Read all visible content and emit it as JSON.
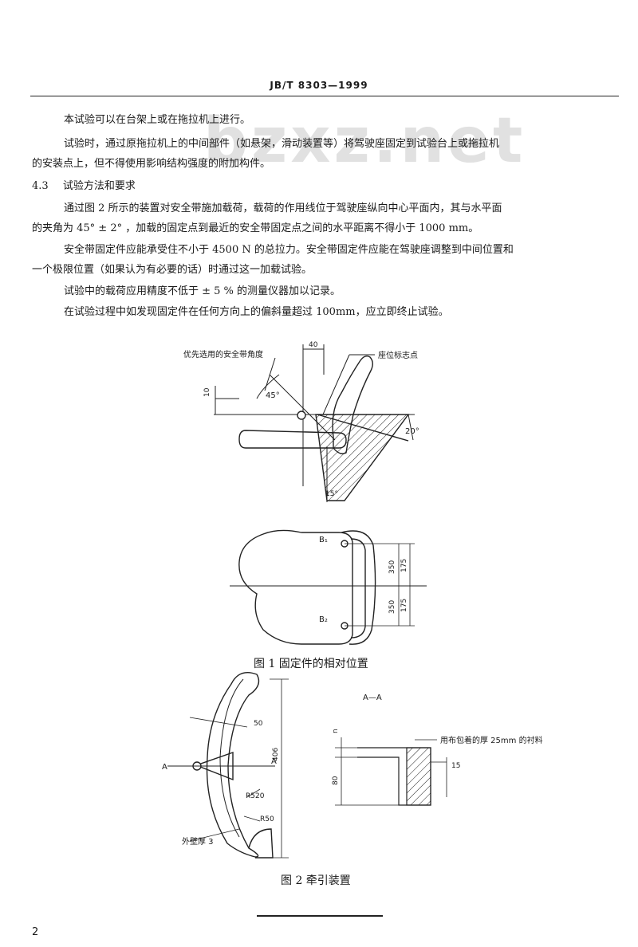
{
  "header": {
    "code": "JB/T 8303—1999"
  },
  "watermark": "bzxz.net",
  "body": {
    "line1": "本试验可以在台架上或在拖拉机上进行。",
    "line2a": "试验时，通过原拖拉机上的中间部件（如悬架，滑动装置等）将驾驶座固定到试验台上或拖拉机",
    "line2b": "的安装点上，但不得使用影响结构强度的附加构件。",
    "section_num": "4.3",
    "section_title": "试验方法和要求",
    "line3a": "通过图 2 所示的装置对安全带施加载荷，载荷的作用线位于驾驶座纵向中心平面内，其与水平面",
    "line3b": "的夹角为 45° ± 2° ，加载的固定点到最近的安全带固定点之间的水平距离不得小于 1000 mm。",
    "line4a": "安全带固定件应能承受住不小于 4500 N 的总拉力。安全带固定件应能在驾驶座调整到中间位置和",
    "line4b": "一个极限位置（如果认为有必要的话）时通过这一加载试验。",
    "line5": "试验中的载荷应用精度不低于 ± 5 % 的测量仪器加以记录。",
    "line6": "在试验过程中如发现固定件在任何方向上的偏斜量超过 100mm，应立即终止试验。"
  },
  "fig1": {
    "label_angle": "优先选用的安全带角度",
    "label_point": "座位标志点",
    "dim_40": "40",
    "dim_10": "10",
    "ang_45": "45°",
    "ang_20": "20°",
    "ang_15": "15°",
    "pt_b1": "B₁",
    "pt_b2": "B₂",
    "dim_350_top": "350",
    "dim_175_top": "175",
    "dim_350_bot": "350",
    "dim_175_bot": "175",
    "caption": "图 1   固定件的相对位置"
  },
  "fig2": {
    "section_label": "A—A",
    "dim_50": "50",
    "dim_406": "406",
    "r_520": "R520",
    "r_50": "R50",
    "label_A_left": "A",
    "label_A_right": "A",
    "wall": "外壁厚 3",
    "material": "用布包着的厚 25mm 的衬料",
    "dim_n": "n",
    "dim_80": "80",
    "dim_15": "15",
    "caption": "图 2   牵引装置"
  },
  "page_number": "2"
}
